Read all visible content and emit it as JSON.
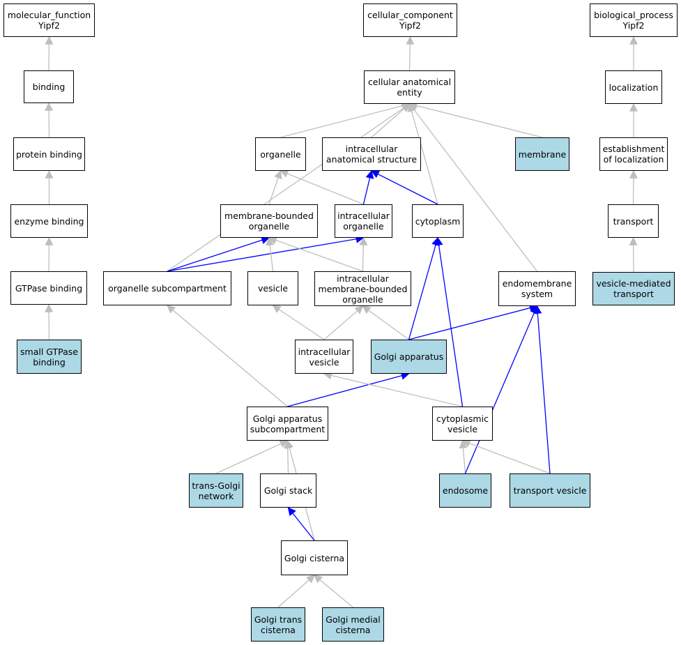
{
  "colors": {
    "highlight": "#add8e6",
    "gray_edge": "#bebebe",
    "blue_edge": "#0000ff"
  },
  "nodes": {
    "mf_root": {
      "label": "molecular_function\nYipf2",
      "highlight": false
    },
    "binding": {
      "label": "binding",
      "highlight": false
    },
    "protein_binding": {
      "label": "protein binding",
      "highlight": false
    },
    "enzyme_binding": {
      "label": "enzyme binding",
      "highlight": false
    },
    "gtpase_binding": {
      "label": "GTPase binding",
      "highlight": false
    },
    "small_gtpase_binding": {
      "label": "small GTPase\nbinding",
      "highlight": true
    },
    "cc_root": {
      "label": "cellular_component\nYipf2",
      "highlight": false
    },
    "cellular_anatomical_entity": {
      "label": "cellular anatomical\nentity",
      "highlight": false
    },
    "organelle": {
      "label": "organelle",
      "highlight": false
    },
    "intracellular_anatomical_structure": {
      "label": "intracellular\nanatomical structure",
      "highlight": false
    },
    "membrane": {
      "label": "membrane",
      "highlight": true
    },
    "membrane_bounded_organelle": {
      "label": "membrane-bounded\norganelle",
      "highlight": false
    },
    "intracellular_organelle": {
      "label": "intracellular\norganelle",
      "highlight": false
    },
    "cytoplasm": {
      "label": "cytoplasm",
      "highlight": false
    },
    "organelle_subcompartment": {
      "label": "organelle subcompartment",
      "highlight": false
    },
    "vesicle": {
      "label": "vesicle",
      "highlight": false
    },
    "intracellular_membrane_bounded_organelle": {
      "label": "intracellular\nmembrane-bounded\norganelle",
      "highlight": false
    },
    "endomembrane_system": {
      "label": "endomembrane\nsystem",
      "highlight": false
    },
    "intracellular_vesicle": {
      "label": "intracellular\nvesicle",
      "highlight": false
    },
    "golgi_apparatus": {
      "label": "Golgi apparatus",
      "highlight": true
    },
    "golgi_apparatus_subcompartment": {
      "label": "Golgi apparatus\nsubcompartment",
      "highlight": false
    },
    "cytoplasmic_vesicle": {
      "label": "cytoplasmic\nvesicle",
      "highlight": false
    },
    "trans_golgi_network": {
      "label": "trans-Golgi\nnetwork",
      "highlight": true
    },
    "golgi_stack": {
      "label": "Golgi stack",
      "highlight": false
    },
    "endosome": {
      "label": "endosome",
      "highlight": true
    },
    "transport_vesicle": {
      "label": "transport vesicle",
      "highlight": true
    },
    "golgi_cisterna": {
      "label": "Golgi cisterna",
      "highlight": false
    },
    "golgi_trans_cisterna": {
      "label": "Golgi trans\ncisterna",
      "highlight": true
    },
    "golgi_medial_cisterna": {
      "label": "Golgi medial\ncisterna",
      "highlight": true
    },
    "bp_root": {
      "label": "biological_process\nYipf2",
      "highlight": false
    },
    "localization": {
      "label": "localization",
      "highlight": false
    },
    "establishment_of_localization": {
      "label": "establishment\nof localization",
      "highlight": false
    },
    "transport": {
      "label": "transport",
      "highlight": false
    },
    "vesicle_mediated_transport": {
      "label": "vesicle-mediated\ntransport",
      "highlight": true
    }
  },
  "edges": [
    {
      "from": "binding",
      "to": "mf_root",
      "color": "gray"
    },
    {
      "from": "protein_binding",
      "to": "binding",
      "color": "gray"
    },
    {
      "from": "enzyme_binding",
      "to": "protein_binding",
      "color": "gray"
    },
    {
      "from": "gtpase_binding",
      "to": "enzyme_binding",
      "color": "gray"
    },
    {
      "from": "small_gtpase_binding",
      "to": "gtpase_binding",
      "color": "gray"
    },
    {
      "from": "cellular_anatomical_entity",
      "to": "cc_root",
      "color": "gray"
    },
    {
      "from": "organelle",
      "to": "cellular_anatomical_entity",
      "color": "gray"
    },
    {
      "from": "intracellular_anatomical_structure",
      "to": "cellular_anatomical_entity",
      "color": "gray"
    },
    {
      "from": "membrane",
      "to": "cellular_anatomical_entity",
      "color": "gray"
    },
    {
      "from": "cytoplasm",
      "to": "cellular_anatomical_entity",
      "color": "gray"
    },
    {
      "from": "endomembrane_system",
      "to": "cellular_anatomical_entity",
      "color": "gray"
    },
    {
      "from": "organelle_subcompartment",
      "to": "cellular_anatomical_entity",
      "color": "gray"
    },
    {
      "from": "membrane_bounded_organelle",
      "to": "organelle",
      "color": "gray"
    },
    {
      "from": "intracellular_organelle",
      "to": "organelle",
      "color": "gray"
    },
    {
      "from": "intracellular_organelle",
      "to": "intracellular_anatomical_structure",
      "color": "blue"
    },
    {
      "from": "cytoplasm",
      "to": "intracellular_anatomical_structure",
      "color": "blue"
    },
    {
      "from": "organelle_subcompartment",
      "to": "membrane_bounded_organelle",
      "color": "blue"
    },
    {
      "from": "organelle_subcompartment",
      "to": "intracellular_organelle",
      "color": "blue"
    },
    {
      "from": "vesicle",
      "to": "membrane_bounded_organelle",
      "color": "gray"
    },
    {
      "from": "intracellular_membrane_bounded_organelle",
      "to": "membrane_bounded_organelle",
      "color": "gray"
    },
    {
      "from": "intracellular_membrane_bounded_organelle",
      "to": "intracellular_organelle",
      "color": "gray"
    },
    {
      "from": "intracellular_vesicle",
      "to": "vesicle",
      "color": "gray"
    },
    {
      "from": "intracellular_vesicle",
      "to": "intracellular_membrane_bounded_organelle",
      "color": "gray"
    },
    {
      "from": "golgi_apparatus",
      "to": "intracellular_membrane_bounded_organelle",
      "color": "gray"
    },
    {
      "from": "golgi_apparatus",
      "to": "cytoplasm",
      "color": "blue"
    },
    {
      "from": "golgi_apparatus",
      "to": "endomembrane_system",
      "color": "blue"
    },
    {
      "from": "golgi_apparatus_subcompartment",
      "to": "organelle_subcompartment",
      "color": "gray"
    },
    {
      "from": "golgi_apparatus_subcompartment",
      "to": "golgi_apparatus",
      "color": "blue"
    },
    {
      "from": "cytoplasmic_vesicle",
      "to": "intracellular_vesicle",
      "color": "gray"
    },
    {
      "from": "cytoplasmic_vesicle",
      "to": "cytoplasm",
      "color": "blue"
    },
    {
      "from": "trans_golgi_network",
      "to": "golgi_apparatus_subcompartment",
      "color": "gray"
    },
    {
      "from": "golgi_stack",
      "to": "golgi_apparatus_subcompartment",
      "color": "gray"
    },
    {
      "from": "golgi_cisterna",
      "to": "golgi_apparatus_subcompartment",
      "color": "gray"
    },
    {
      "from": "golgi_cisterna",
      "to": "golgi_stack",
      "color": "blue"
    },
    {
      "from": "endosome",
      "to": "cytoplasmic_vesicle",
      "color": "gray"
    },
    {
      "from": "endosome",
      "to": "endomembrane_system",
      "color": "blue"
    },
    {
      "from": "transport_vesicle",
      "to": "cytoplasmic_vesicle",
      "color": "gray"
    },
    {
      "from": "transport_vesicle",
      "to": "endomembrane_system",
      "color": "blue"
    },
    {
      "from": "golgi_trans_cisterna",
      "to": "golgi_cisterna",
      "color": "gray"
    },
    {
      "from": "golgi_medial_cisterna",
      "to": "golgi_cisterna",
      "color": "gray"
    },
    {
      "from": "localization",
      "to": "bp_root",
      "color": "gray"
    },
    {
      "from": "establishment_of_localization",
      "to": "localization",
      "color": "gray"
    },
    {
      "from": "transport",
      "to": "establishment_of_localization",
      "color": "gray"
    },
    {
      "from": "vesicle_mediated_transport",
      "to": "transport",
      "color": "gray"
    }
  ]
}
